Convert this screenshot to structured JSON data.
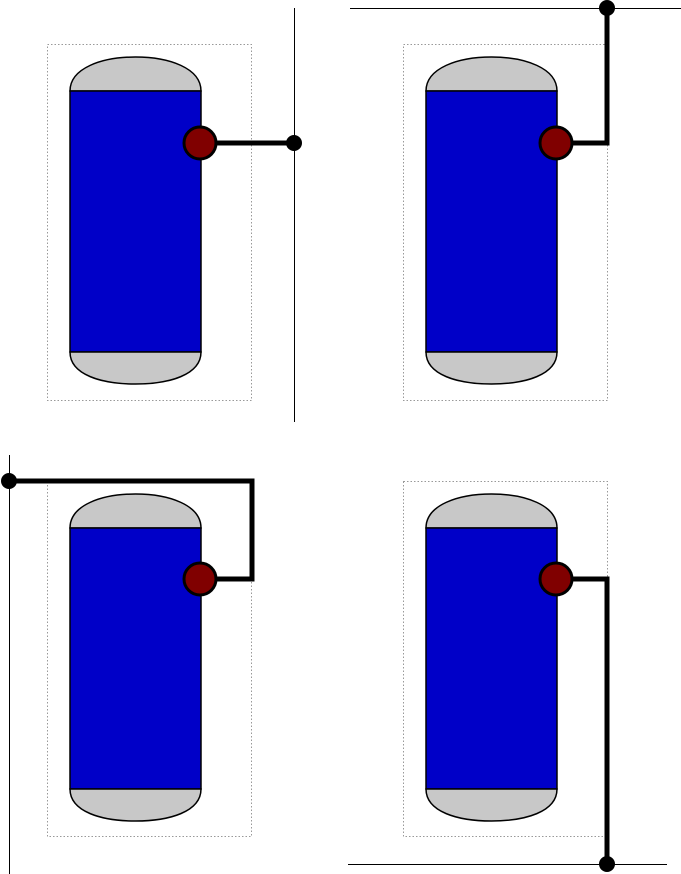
{
  "diagram": {
    "panels": [
      {
        "id": "panel-1",
        "connection": "horizontal-to-vertical-line"
      },
      {
        "id": "panel-2",
        "connection": "up-to-top-line"
      },
      {
        "id": "panel-3",
        "connection": "over-top-to-left-line"
      },
      {
        "id": "panel-4",
        "connection": "down-to-bottom-line"
      }
    ],
    "colors": {
      "liquid": "#0000c8",
      "cap": "#c8c8c8",
      "nozzle": "#800000",
      "line": "#000000",
      "boundary": "#999999"
    }
  }
}
